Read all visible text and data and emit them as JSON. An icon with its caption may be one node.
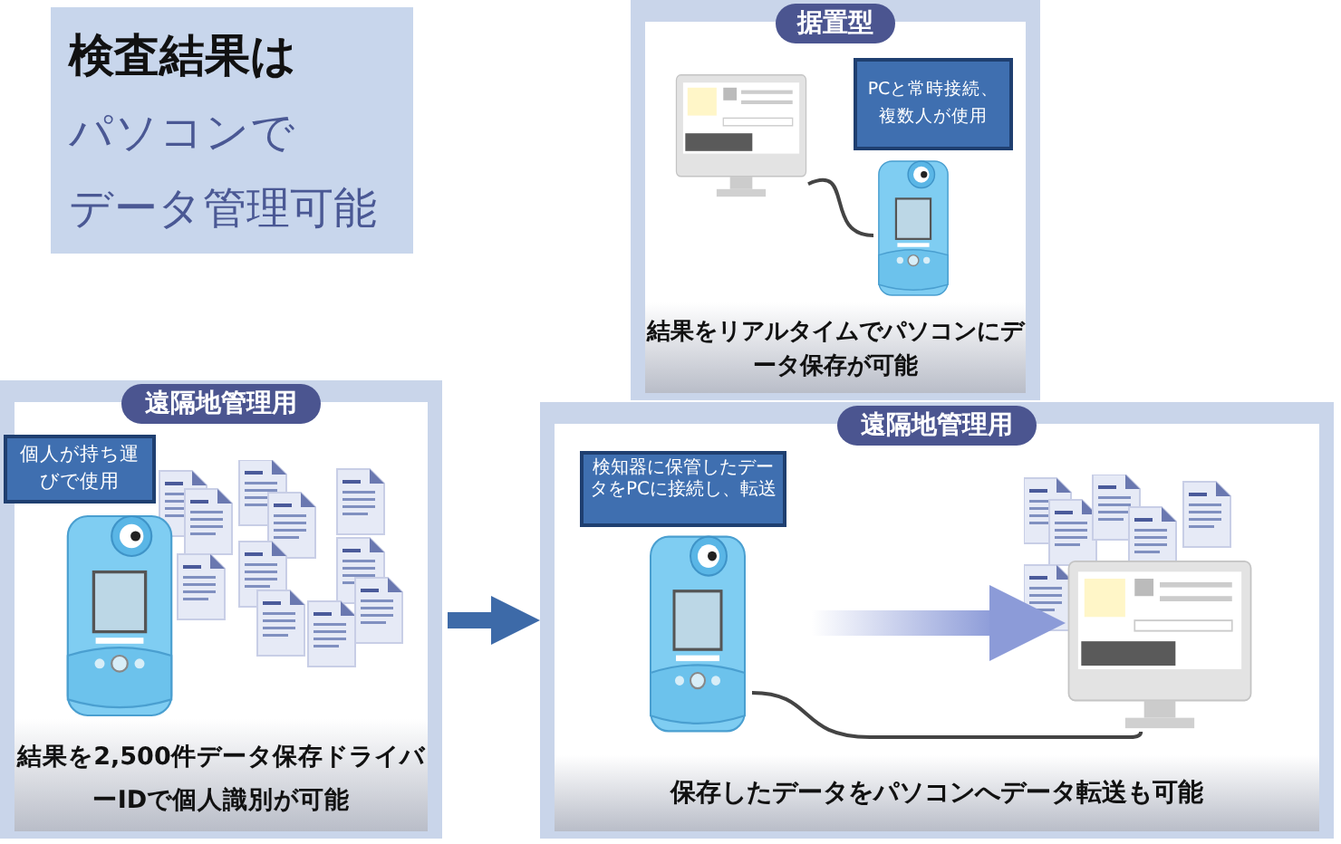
{
  "diagram": {
    "nodes": [
      {
        "text": [
          "検査結果は",
          "パソコンで",
          "データ管理可能"
        ]
      },
      {
        "text": [
          "据置型",
          "結果をリアルタイムでパソコンにデータ保存が可能"
        ]
      },
      {
        "text": [
          "PCと常時接続、複数人が使用"
        ],
        "in": 1
      },
      {
        "text": [
          "遠隔地管理用",
          "結果を2,500件データ保存ドライバーIDで個人識別が可能"
        ]
      },
      {
        "text": [
          "個人が持ち運びで使用"
        ],
        "in": 3
      },
      {
        "text": [
          "遠隔地管理用",
          "保存したデータをパソコンへデータ転送も可能"
        ]
      },
      {
        "text": [
          "検知器に保管したデータをPCに接続し、転送"
        ],
        "in": 5
      },
      {
        "text": [],
        "shape": "picture",
        "in": 5
      },
      {
        "text": [],
        "shape": "picture",
        "in": 5
      },
      {
        "text": [],
        "shape": "picture",
        "in": 1
      },
      {
        "text": [],
        "shape": "picture",
        "in": 1
      }
    ],
    "edges": [
      {
        "from": 3,
        "to": 5,
        "arrow": "to",
        "style": "thick",
        "color": "#3d6aa8"
      },
      {
        "from": 7,
        "to": 8,
        "arrow": "to",
        "style": "thick",
        "color": "#8c9bd8"
      },
      {
        "from": 7,
        "to": 8,
        "arrow": "none"
      },
      {
        "from": 9,
        "to": 10,
        "arrow": "none"
      }
    ]
  }
}
